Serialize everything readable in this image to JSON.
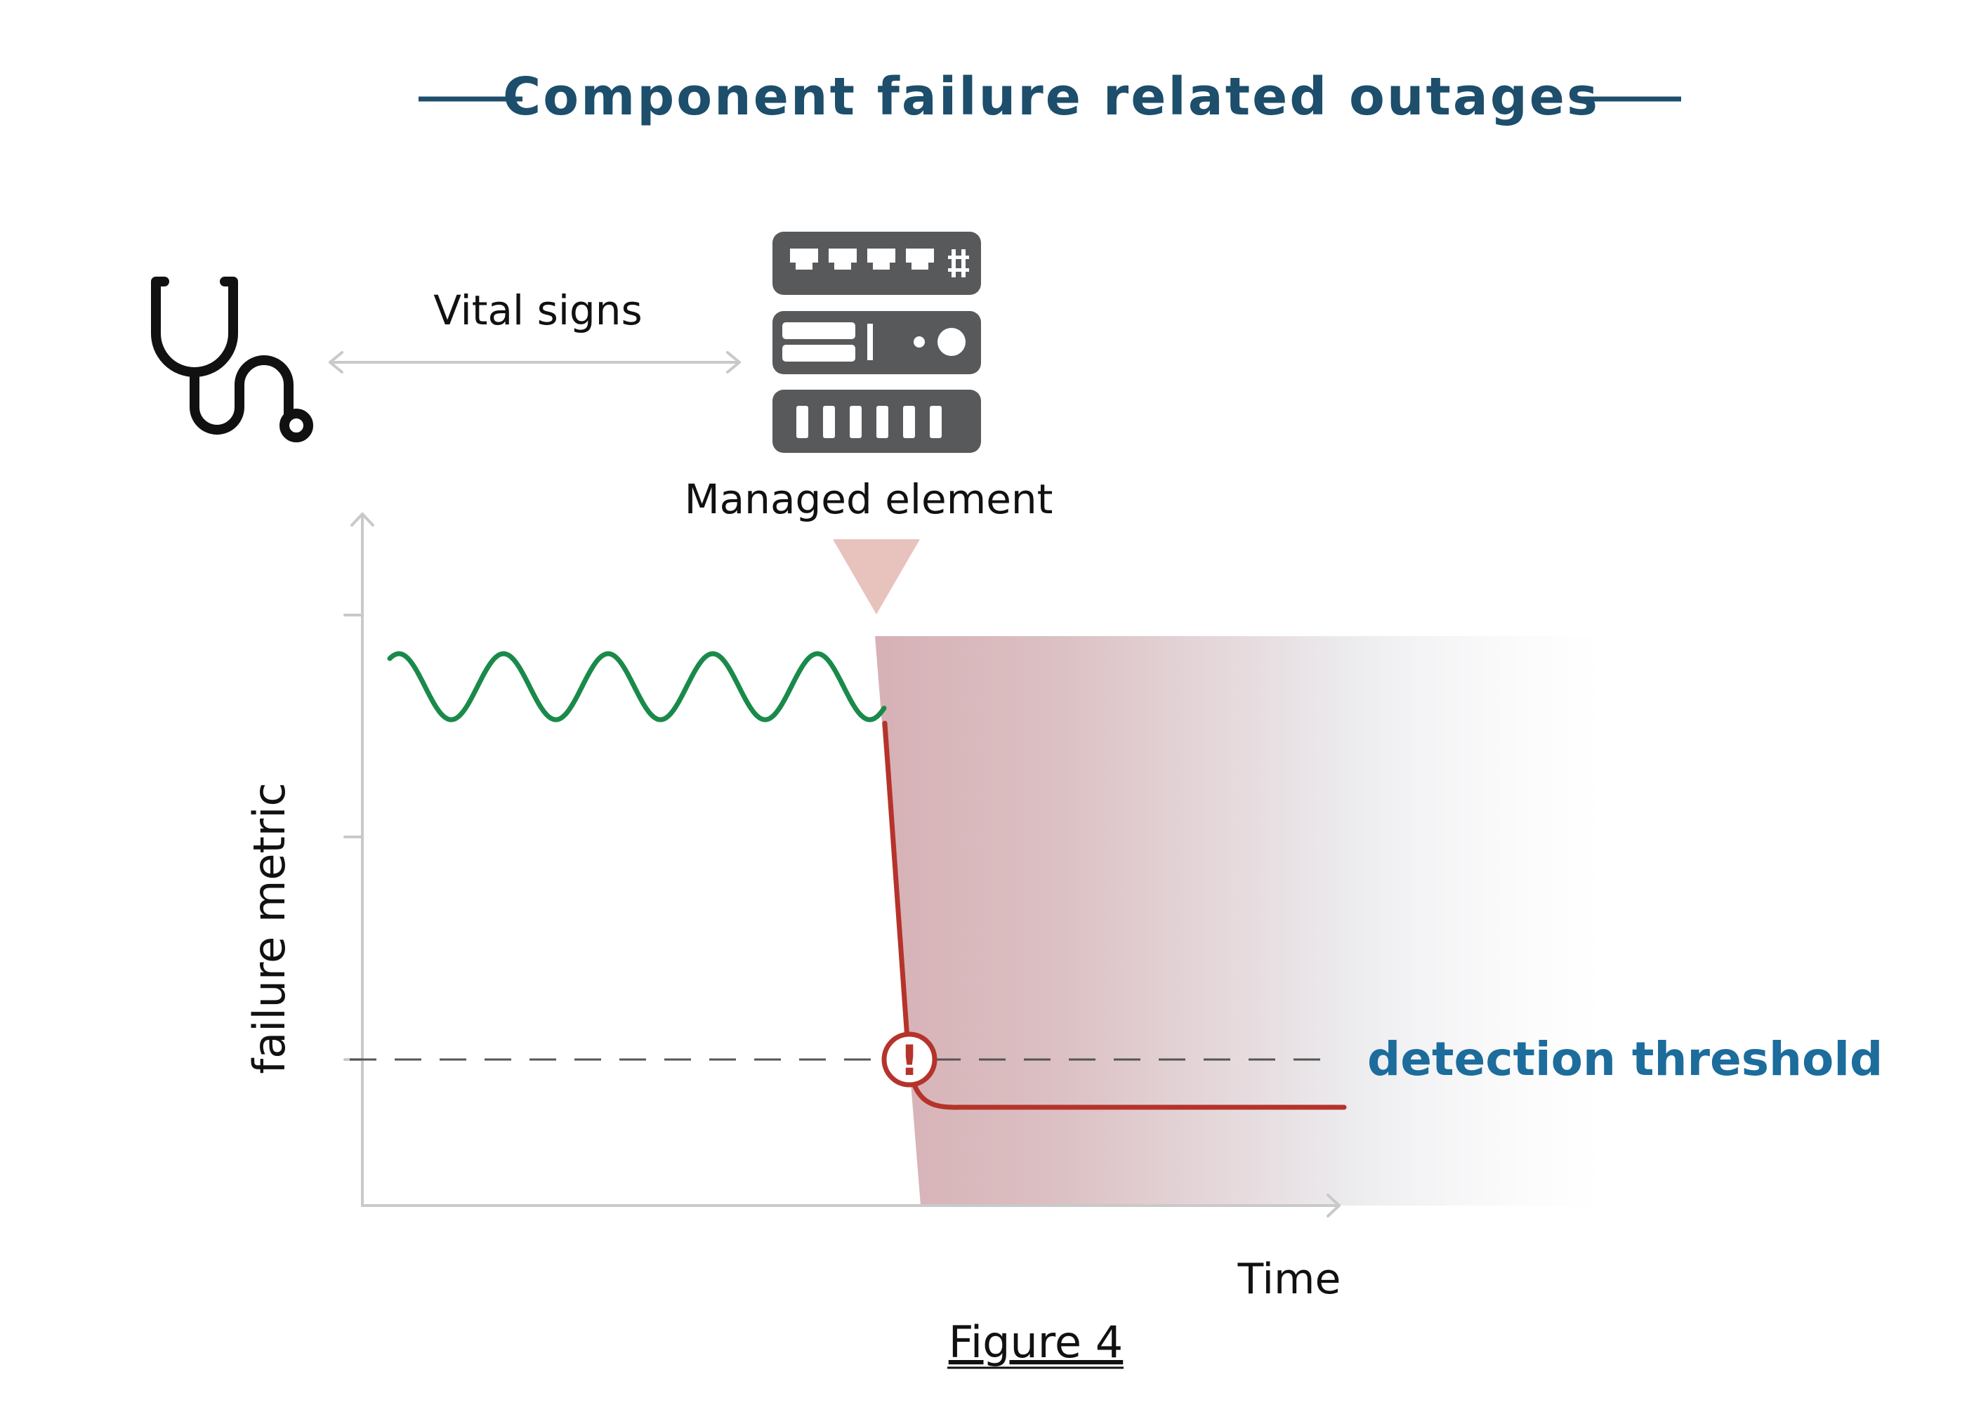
{
  "title": "Component failure related outages",
  "vital_signs_label": "Vital signs",
  "managed_element_label": "Managed element",
  "y_axis_label": "failure metric",
  "x_axis_label": "Time",
  "threshold_label": "detection threshold",
  "alert_symbol": "!",
  "caption": "Figure 4",
  "icons": {
    "monitor": "stethoscope-icon",
    "element": "server-rack-icon",
    "failure_point": "failure-marker-triangle-icon",
    "alert": "exclamation-alert-icon"
  },
  "colors": {
    "title": "#1d4e6b",
    "healthy_signal": "#1a8a4a",
    "failure_signal": "#b5332b",
    "threshold_label": "#1c6c9c",
    "outage_region": "#d6b1b6",
    "server": "#58595b",
    "marker": "#e8c2bd"
  }
}
